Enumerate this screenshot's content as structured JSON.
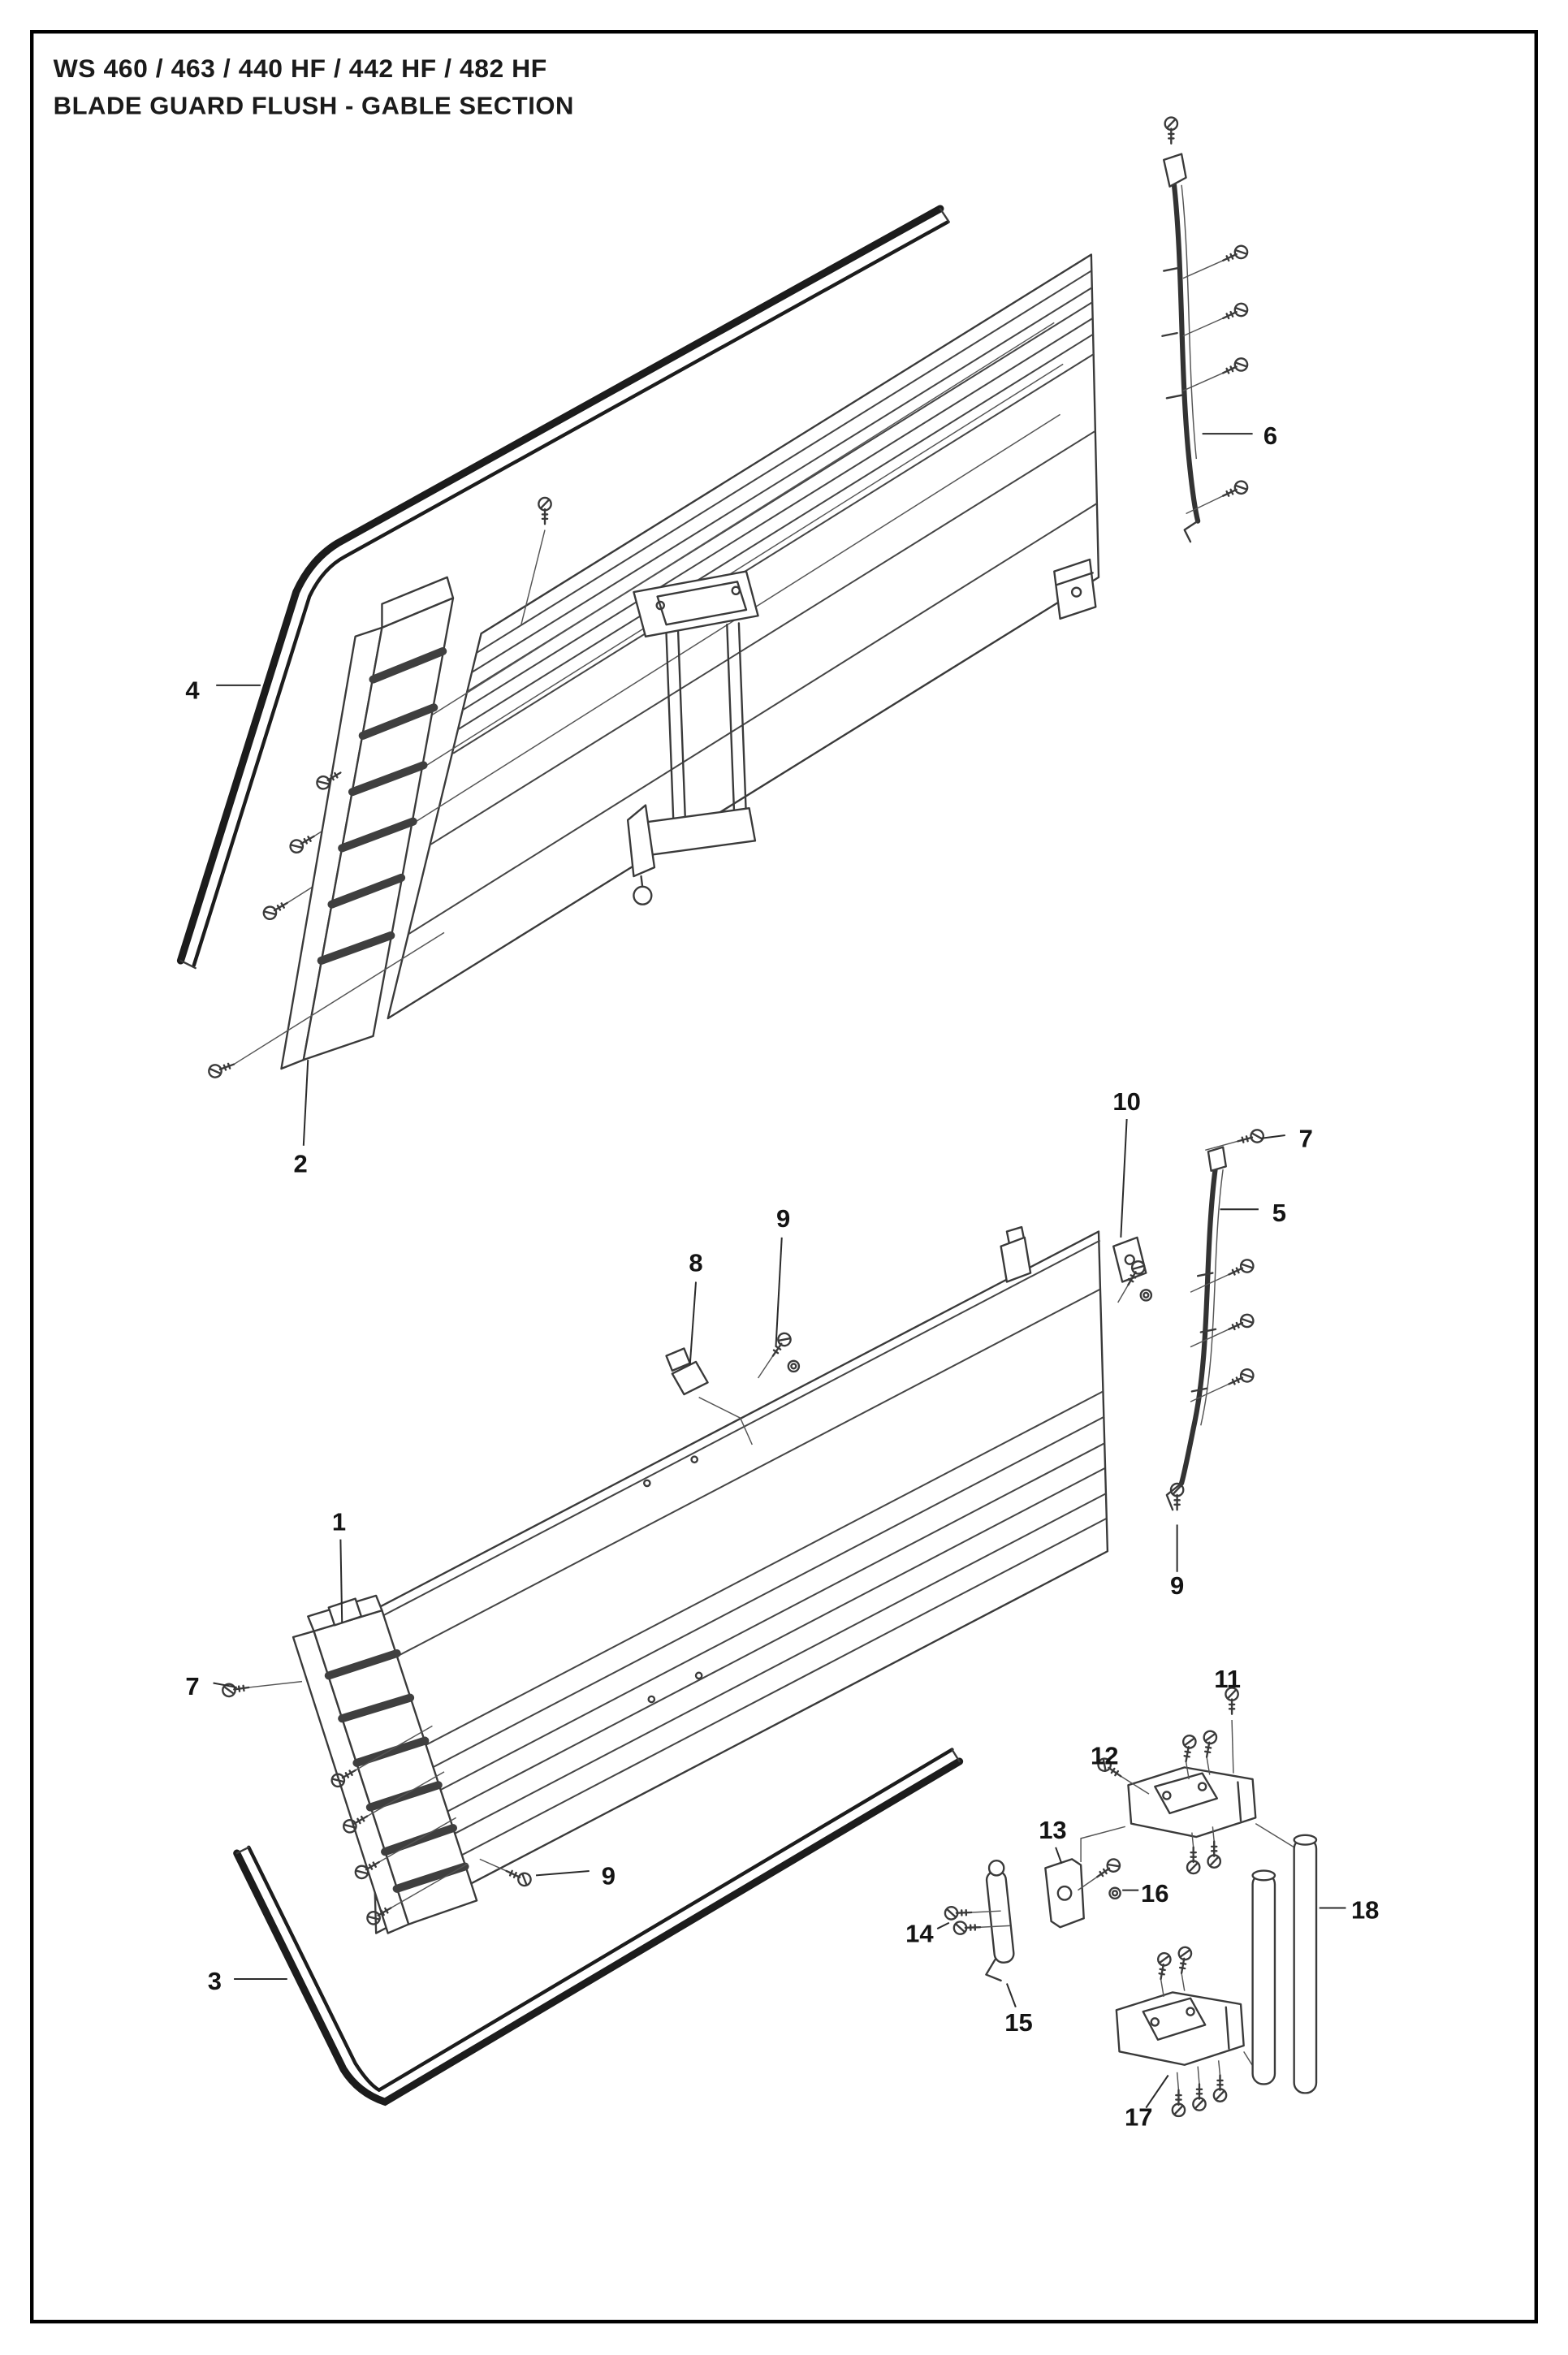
{
  "header": {
    "line1": "WS 460 / 463 / 440 HF / 442 HF / 482 HF",
    "line2": "BLADE GUARD FLUSH - GABLE SECTION"
  },
  "callouts": {
    "c1": "1",
    "c2": "2",
    "c3": "3",
    "c4": "4",
    "c5": "5",
    "c6": "6",
    "c7a": "7",
    "c7b": "7",
    "c8": "8",
    "c9a": "9",
    "c9b": "9",
    "c9c": "9",
    "c10": "10",
    "c11": "11",
    "c12": "12",
    "c13": "13",
    "c14": "14",
    "c15": "15",
    "c16": "16",
    "c17": "17",
    "c18": "18"
  },
  "colors": {
    "background": "#ffffff",
    "line_art": "#3a3a3a",
    "dark_band": "#1c1c1c",
    "text": "#1b1b1b",
    "border": "#000000"
  }
}
